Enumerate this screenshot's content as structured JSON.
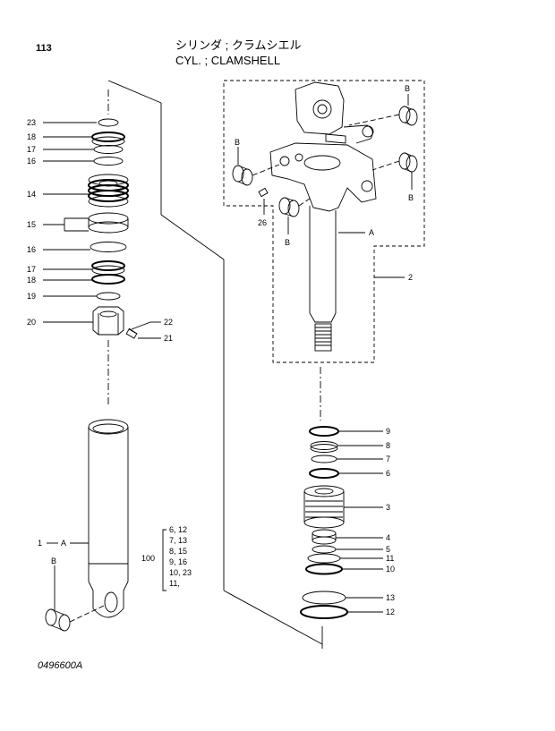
{
  "header": {
    "page_number": "113",
    "title_jp": "シリンダ ; クラムシエル",
    "title_en": "CYL. ; CLAMSHELL"
  },
  "footer": {
    "drawing_code": "0496600A"
  },
  "callouts": {
    "left_column": [
      "23",
      "18",
      "17",
      "16",
      "14",
      "15",
      "16",
      "17",
      "18",
      "19",
      "20"
    ],
    "small_parts": [
      "22",
      "21"
    ],
    "tube_assembly": [
      "1",
      "A",
      "B"
    ],
    "kit_number": "100",
    "kit_contents": [
      "6, 12",
      "7, 13",
      "8, 15",
      "9, 16",
      "10, 23",
      "11,"
    ],
    "top_assembly": [
      "B",
      "B",
      "B",
      "B",
      "A",
      "2",
      "26"
    ],
    "right_column": [
      "9",
      "8",
      "7",
      "6",
      "3",
      "4",
      "5",
      "11",
      "10",
      "13",
      "12"
    ]
  }
}
